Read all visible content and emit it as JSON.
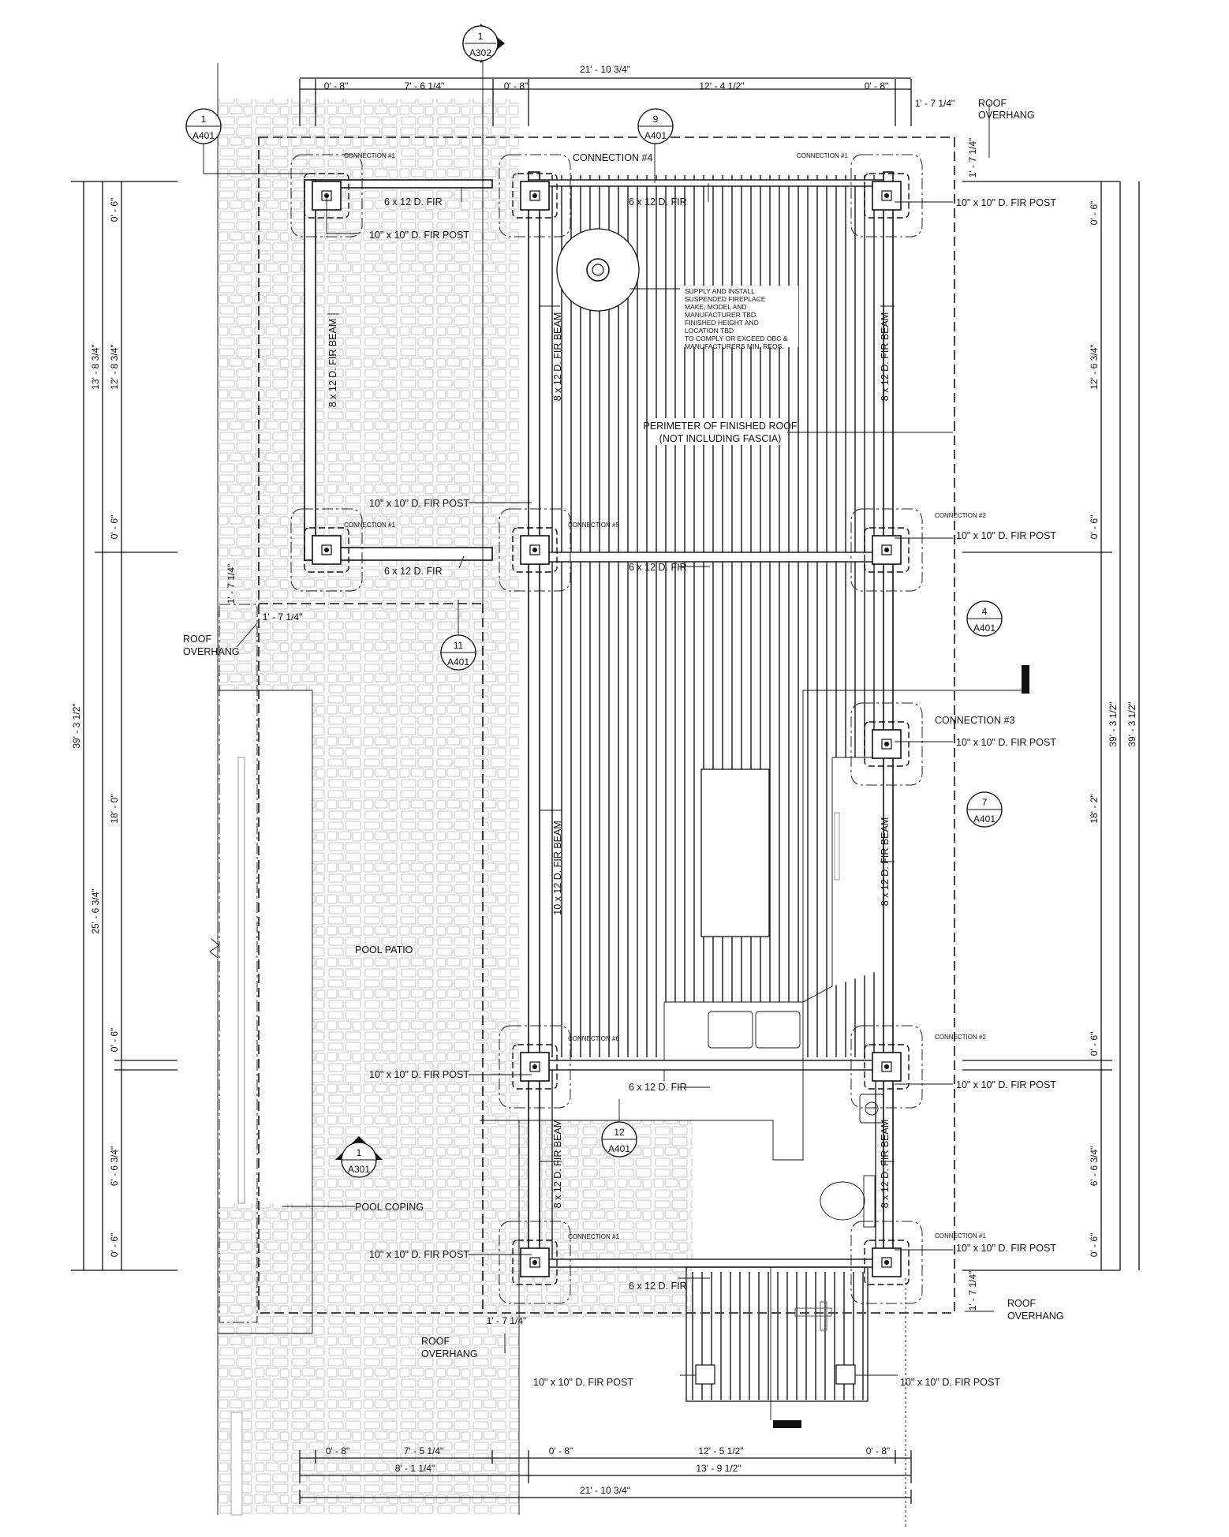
{
  "dims": {
    "top": [
      "0' - 8\"",
      "7' - 6 1/4\"",
      "0' - 8\"",
      "12' - 4 1/2\"",
      "0' - 8\""
    ],
    "top_total": "21' - 10 3/4\"",
    "bottom": [
      "0' - 8\"",
      "7' - 5 1/4\"",
      "0' - 8\"",
      "12' - 5 1/2\"",
      "0' - 8\""
    ],
    "bottom_mid": [
      "8' - 1 1/4\"",
      "13' - 9 1/2\""
    ],
    "bottom_total": "21' - 10 3/4\"",
    "left_outer": "39' - 3 1/2\"",
    "left_mid": [
      "13' - 8 3/4\"",
      "25' - 6 3/4\""
    ],
    "left_inner": [
      "0' - 6\"",
      "12' - 8 3/4\"",
      "0' - 6\"",
      "18' - 0\"",
      "0' - 6\"",
      "6' - 6 3/4\"",
      "0' - 6\""
    ],
    "right_inner": [
      "0' - 6\"",
      "12' - 6 3/4\"",
      "0' - 6\"",
      "18' - 2\"",
      "0' - 6\"",
      "6' - 6 3/4\"",
      "0' - 6\""
    ],
    "right_outer": [
      "39' - 3 1/2\"",
      "39' - 3 1/2\""
    ],
    "overhang": "1' - 7 1/4\""
  },
  "callouts": [
    {
      "num": "1",
      "sheet": "A302"
    },
    {
      "num": "1",
      "sheet": "A401"
    },
    {
      "num": "9",
      "sheet": "A401"
    },
    {
      "num": "4",
      "sheet": "A401"
    },
    {
      "num": "7",
      "sheet": "A401"
    },
    {
      "num": "11",
      "sheet": "A401"
    },
    {
      "num": "12",
      "sheet": "A401"
    },
    {
      "num": "1",
      "sheet": "A301"
    }
  ],
  "labels": {
    "connection1": "CONNECTION #1",
    "connection2": "CONNECTION #2",
    "connection3": "CONNECTION #3",
    "connection4": "CONNECTION #4",
    "connection5": "CONNECTION #5",
    "connection6": "CONNECTION #6",
    "post": "10\" x 10\" D. FIR POST",
    "joist": "6 x 12 D. FIR",
    "beam8": "8 x 12 D. FIR BEAM",
    "beam10": "10 x 12 D. FIR BEAM",
    "perimeter": [
      "PERIMETER OF FINISHED ROOF",
      "(NOT INCLUDING FASCIA)"
    ],
    "roof_overhang": [
      "ROOF",
      "OVERHANG"
    ],
    "fireplace_note": [
      "SUPPLY AND INSTALL",
      "SUSPENDED FIREPLACE",
      "MAKE, MODEL AND",
      "MANUFACTURER TBD.",
      "FINISHED HEIGHT AND",
      "LOCATION TBD",
      "TO COMPLY OR EXCEED OBC &",
      "MANUFACTURERS MIN. REQS."
    ],
    "pool_patio": "POOL PATIO",
    "pool_coping": "POOL COPING"
  }
}
